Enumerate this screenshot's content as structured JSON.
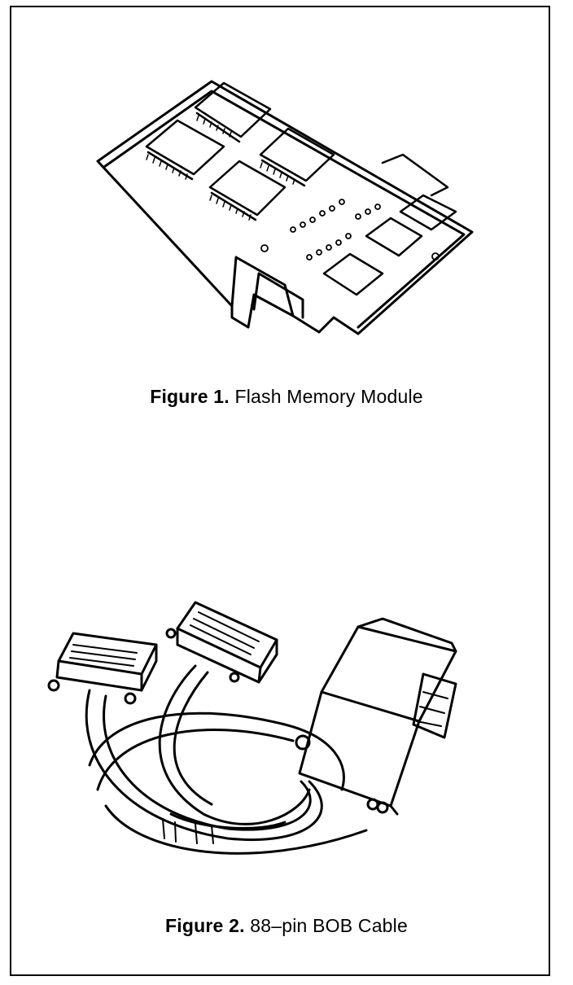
{
  "figures": [
    {
      "number_label": "Figure 1.",
      "title": "Flash Memory Module",
      "icon": "flash-memory-module-drawing"
    },
    {
      "number_label": "Figure 2.",
      "title": "88–pin BOB Cable",
      "icon": "bob-cable-drawing"
    }
  ]
}
